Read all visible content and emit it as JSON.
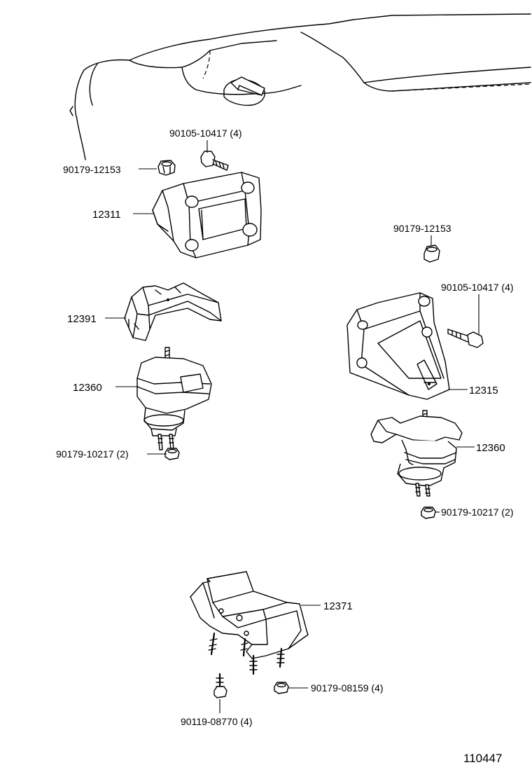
{
  "figure_id": "110447",
  "callouts": [
    {
      "id": "c1",
      "part": "90179-12153",
      "qty": ""
    },
    {
      "id": "c2",
      "part": "90105-10417",
      "qty": "(4)"
    },
    {
      "id": "c3",
      "part": "12311",
      "qty": ""
    },
    {
      "id": "c4",
      "part": "12391",
      "qty": ""
    },
    {
      "id": "c5",
      "part": "12360",
      "qty": ""
    },
    {
      "id": "c6",
      "part": "90179-10217",
      "qty": "(2)"
    },
    {
      "id": "c7",
      "part": "90179-12153",
      "qty": ""
    },
    {
      "id": "c8",
      "part": "90105-10417",
      "qty": "(4)"
    },
    {
      "id": "c9",
      "part": "12315",
      "qty": ""
    },
    {
      "id": "c10",
      "part": "12360",
      "qty": ""
    },
    {
      "id": "c11",
      "part": "90179-10217",
      "qty": "(2)"
    },
    {
      "id": "c12",
      "part": "12371",
      "qty": ""
    },
    {
      "id": "c13",
      "part": "90179-08159",
      "qty": "(4)"
    },
    {
      "id": "c14",
      "part": "90119-08770",
      "qty": "(4)"
    }
  ]
}
